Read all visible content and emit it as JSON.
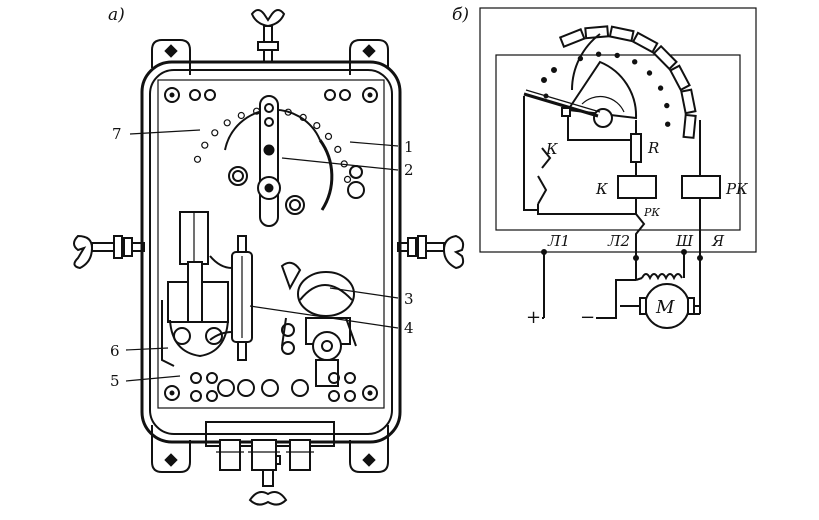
{
  "panel_a": {
    "label": "а)",
    "callouts": [
      "1",
      "2",
      "3",
      "4",
      "5",
      "6",
      "7"
    ]
  },
  "panel_b": {
    "label": "б)",
    "labels": {
      "k_contact": "К",
      "resistor": "R",
      "relay_k": "К",
      "relay_rk": "РК",
      "rk_contact": "РК",
      "terminal_l1": "Л1",
      "terminal_l2": "Л2",
      "terminal_sh": "Ш",
      "terminal_ya": "Я",
      "plus": "+",
      "minus": "−",
      "motor": "М"
    }
  }
}
